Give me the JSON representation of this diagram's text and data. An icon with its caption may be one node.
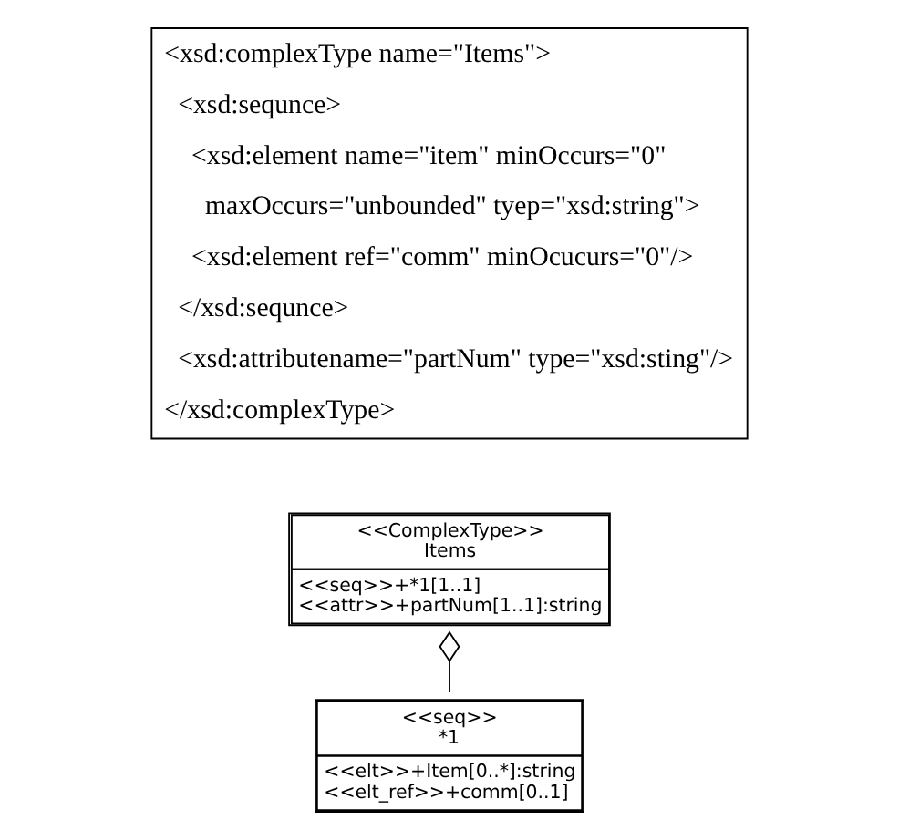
{
  "diagram": {
    "nodes": [
      {
        "text": [
          "<xsd:complexType name=\"Items\">",
          "<xsd:sequnce>",
          "<xsd:element name=\"item\" minOccurs=\"0\"",
          "maxOccurs=\"unbounded\" tyep=\"xsd:string\">",
          "<xsd:element ref=\"comm\" minOcucurs=\"0\"/>",
          "</xsd:sequnce>",
          "<xsd:attributename=\"partNum\" type=\"xsd:sting\"/>",
          "</xsd:complexType>"
        ]
      },
      {
        "text": [
          "<<ComplexType>>",
          "Items",
          "<<seq>>+*1[1..1]",
          "<<attr>>+partNum[1..1]:string"
        ]
      },
      {
        "text": [
          "<<seq>>",
          "*1",
          "<<elt>>+Item[0..*]:string",
          "<<elt_ref>>+comm[0..1]"
        ]
      }
    ],
    "edges": [
      {
        "from": 1,
        "to": 2,
        "arrow": "other"
      }
    ]
  }
}
